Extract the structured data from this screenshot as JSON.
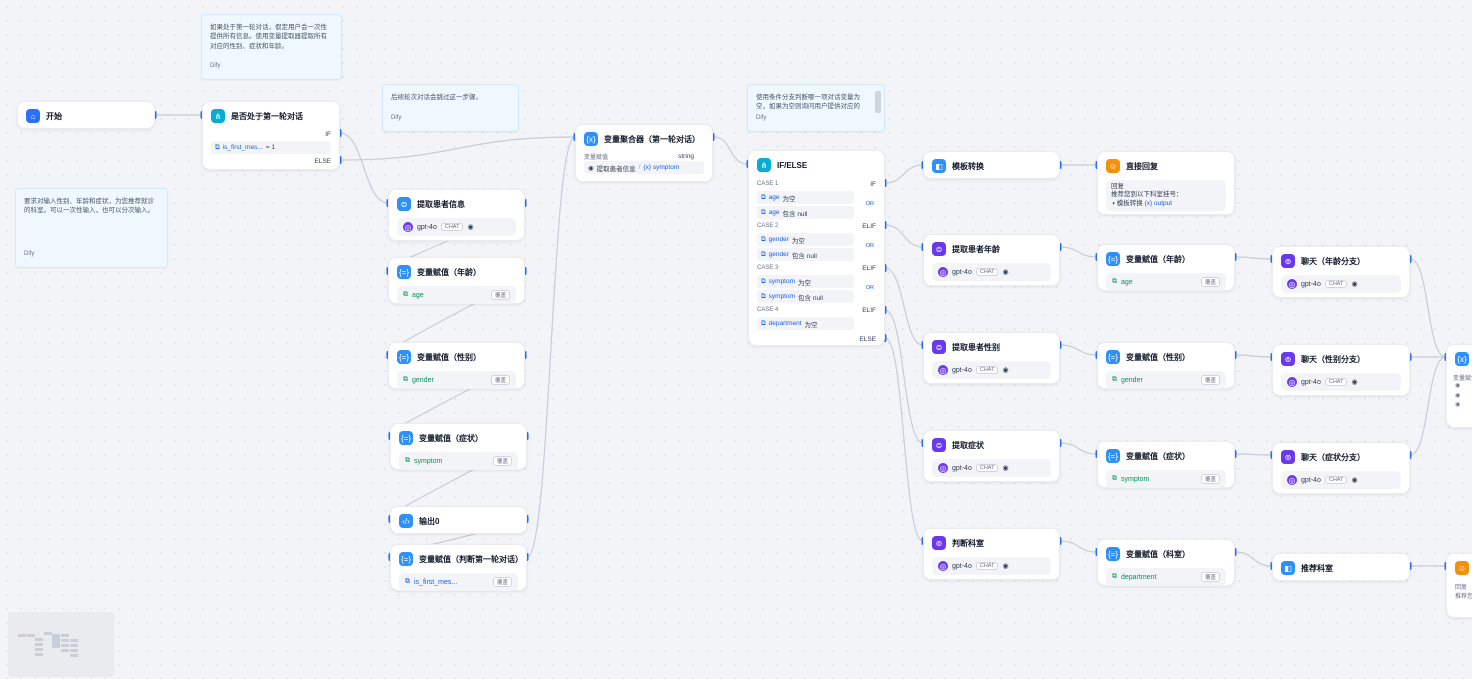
{
  "colors": {
    "accent": "#2970ff",
    "llm": "#6938ef",
    "answer": "#f79009",
    "ifelse": "#06aed4",
    "assign": "#2e90fa",
    "edge": "#c7ccd6"
  },
  "notes": {
    "n1": {
      "text": "如果处于第一轮对话，假定用户会一次性提供所有信息。使用变量提取器提取所有对应的性别、症状和年龄。",
      "author": "Dify"
    },
    "n2": {
      "text": "后续轮次对话会跳过这一步骤。",
      "author": "Dify"
    },
    "n3": {
      "text": "使用条件分支判断哪一项对话变量为空，如果为空则询问用户提供对应的",
      "author": "Dify"
    },
    "n4": {
      "text": "要求对输入性别、年龄和症状，为您推荐就诊的科室。可以一次性输入，也可以分次输入。",
      "author": "Dify"
    }
  },
  "start": {
    "title": "开始"
  },
  "first_round": {
    "title": "是否处于第一轮对话",
    "if": "IF",
    "else": "ELSE",
    "var": "is_first_mes...",
    "op": "= 1"
  },
  "extract_info": {
    "title": "提取患者信息",
    "model": "gpt-4o",
    "mode": "CHAT"
  },
  "assign_age": {
    "title": "变量赋值（年龄）",
    "var": "age",
    "op": "覆盖"
  },
  "assign_gender": {
    "title": "变量赋值（性别）",
    "var": "gender",
    "op": "覆盖"
  },
  "assign_symptom": {
    "title": "变量赋值（症状）",
    "var": "symptom",
    "op": "覆盖"
  },
  "output0": {
    "title": "输出0"
  },
  "assign_first": {
    "title": "变量赋值（判断第一轮对话）",
    "var": "is_first_mes...",
    "op": "覆盖"
  },
  "aggregator": {
    "title": "变量聚合器（第一轮对话）",
    "label": "变量赋值",
    "type": "string",
    "source": "提取患者信息",
    "var": "{x} symptom"
  },
  "ifelse": {
    "title": "IF/ELSE",
    "cases": [
      {
        "label": "CASE 1",
        "tag": "IF",
        "conds": [
          {
            "var": "age",
            "op": "为空"
          },
          {
            "var": "age",
            "op": "包含 null"
          }
        ],
        "logic": "OR"
      },
      {
        "label": "CASE 2",
        "tag": "ELIF",
        "conds": [
          {
            "var": "gender",
            "op": "为空"
          },
          {
            "var": "gender",
            "op": "包含 null"
          }
        ],
        "logic": "OR"
      },
      {
        "label": "CASE 3",
        "tag": "ELIF",
        "conds": [
          {
            "var": "symptom",
            "op": "为空"
          },
          {
            "var": "symptom",
            "op": "包含 null"
          }
        ],
        "logic": "OR"
      },
      {
        "label": "CASE 4",
        "tag": "ELIF",
        "conds": [
          {
            "var": "department",
            "op": "为空"
          }
        ],
        "logic": ""
      }
    ],
    "else": "ELSE"
  },
  "template": {
    "title": "模板转换"
  },
  "direct_reply": {
    "title": "直接回复",
    "label": "回复",
    "text": "推荐您到以下科室挂号：",
    "src": "模板转换",
    "var": "{x} output"
  },
  "extract_age": {
    "title": "提取患者年龄",
    "model": "gpt-4o",
    "mode": "CHAT"
  },
  "extract_gender": {
    "title": "提取患者性别",
    "model": "gpt-4o",
    "mode": "CHAT"
  },
  "extract_symptom": {
    "title": "提取症状",
    "model": "gpt-4o",
    "mode": "CHAT"
  },
  "judge_dept": {
    "title": "判断科室",
    "model": "gpt-4o",
    "mode": "CHAT"
  },
  "assign_age2": {
    "title": "变量赋值（年龄）",
    "var": "age",
    "op": "覆盖"
  },
  "assign_gender2": {
    "title": "变量赋值（性别）",
    "var": "gender",
    "op": "覆盖"
  },
  "assign_symptom2": {
    "title": "变量赋值（症状）",
    "var": "symptom",
    "op": "覆盖"
  },
  "assign_dept": {
    "title": "变量赋值（科室）",
    "var": "department",
    "op": "覆盖"
  },
  "chat_age": {
    "title": "聊天（年龄分支）",
    "model": "gpt-4o",
    "mode": "CHAT"
  },
  "chat_gender": {
    "title": "聊天（性别分支）",
    "model": "gpt-4o",
    "mode": "CHAT"
  },
  "chat_symptom": {
    "title": "聊天（症状分支）",
    "model": "gpt-4o",
    "mode": "CHAT"
  },
  "recommend": {
    "title": "推荐科室"
  },
  "partial_agg": {
    "label": "变量赋值"
  },
  "partial_reply": {
    "label": "回复",
    "text": "推荐您"
  }
}
